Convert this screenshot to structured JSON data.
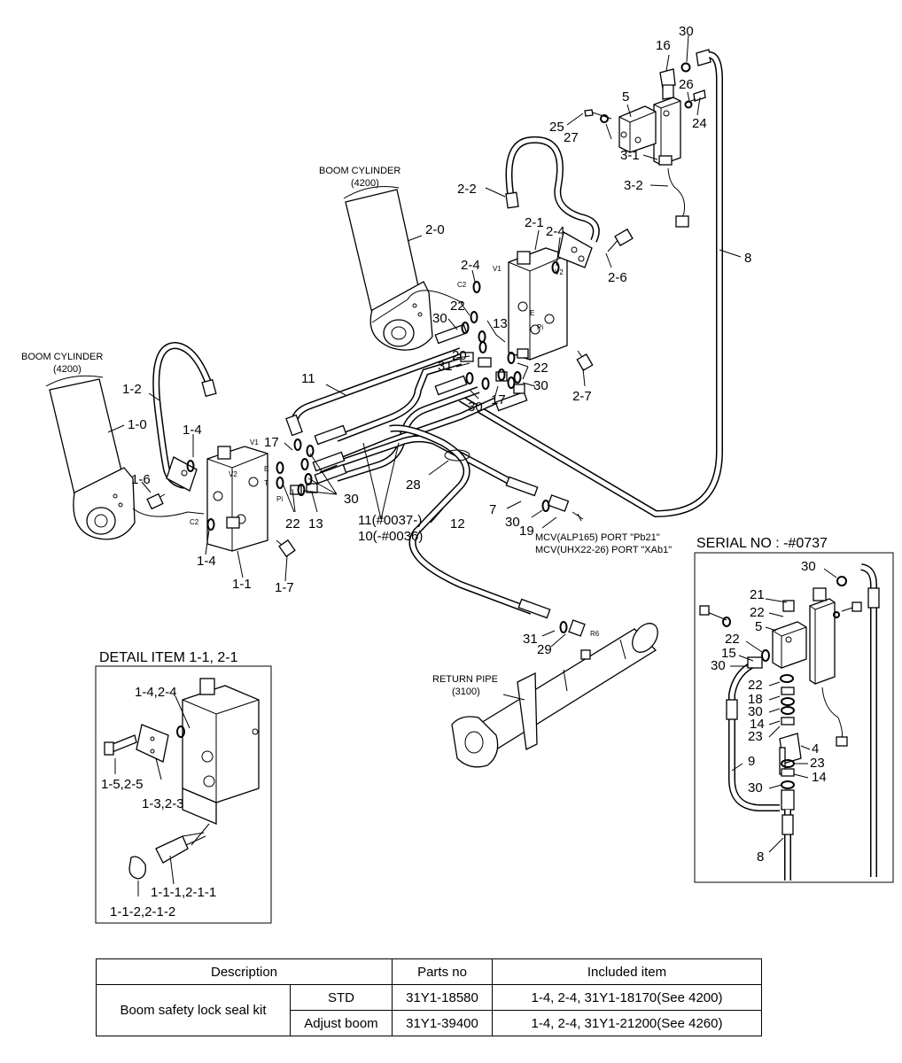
{
  "callouts": {
    "boom_cyl_right": "BOOM CYLINDER",
    "boom_cyl_right_code": "(4200)",
    "boom_cyl_left": "BOOM CYLINDER",
    "boom_cyl_left_code": "(4200)",
    "return_pipe": "RETURN PIPE",
    "return_pipe_code": "(3100)",
    "mcv_1": "MCV(ALP165) PORT \"Pb21\"",
    "mcv_2": "MCV(UHX22-26) PORT \"XAb1\"",
    "serial_box_title": "SERIAL NO : -#0737",
    "detail_title": "DETAIL  ITEM 1-1, 2-1",
    "item_11": "11(#0037-)",
    "item_10": "10(-#0036)"
  },
  "port_marks": {
    "v1_left": "V1",
    "v2_left": "V2",
    "e_left": "E",
    "t_left": "T",
    "pi_left": "Pi",
    "c2_left": "C2",
    "v1_right": "V1",
    "v2_right": "V2",
    "e_right": "E",
    "pi_right": "Pi",
    "c2_right": "C2",
    "r6": "R6"
  },
  "labels": {
    "l16": "16",
    "l30a": "30",
    "l26": "26",
    "l24": "24",
    "l5": "5",
    "l25": "25",
    "l27": "27",
    "l3_1": "3-1",
    "l3_2": "3-2",
    "l8a": "8",
    "l2_2": "2-2",
    "l2_0": "2-0",
    "l2_1": "2-1",
    "l2_4a": "2-4",
    "l2_6": "2-6",
    "l2_4b": "2-4",
    "l22a": "22",
    "l30b": "30",
    "l13a": "13",
    "l20": "20",
    "l31a": "31",
    "l22b": "22",
    "l30c": "30",
    "l17a": "17",
    "l30d": "30",
    "l2_7": "2-7",
    "l11": "11",
    "l1_2": "1-2",
    "l1_0": "1-0",
    "l1_4a": "1-4",
    "l17b": "17",
    "l1_6": "1-6",
    "l30e": "30",
    "l22c": "22",
    "l13b": "13",
    "l28": "28",
    "l7": "7",
    "l30f": "30",
    "l19": "19",
    "l12": "12",
    "l1_4b": "1-4",
    "l1_1": "1-1",
    "l1_7": "1-7",
    "l31b": "31",
    "l29": "29",
    "d1_4": "1-4,2-4",
    "d1_5": "1-5,2-5",
    "d1_3": "1-3,2-3",
    "d1_1_1": "1-1-1,2-1-1",
    "d1_1_2": "1-1-2,2-1-2",
    "s30a": "30",
    "s21": "21",
    "s22a": "22",
    "s5": "5",
    "s22b": "22",
    "s15": "15",
    "s30b": "30",
    "s22c": "22",
    "s18": "18",
    "s30c": "30",
    "s14a": "14",
    "s23a": "23",
    "s4": "4",
    "s9": "9",
    "s23b": "23",
    "s30d": "30",
    "s14b": "14",
    "s8": "8"
  },
  "table": {
    "headers": [
      "Description",
      "Parts no",
      "Included item"
    ],
    "kit_name": "Boom safety lock seal kit",
    "rows": [
      {
        "variant": "STD",
        "parts_no": "31Y1-18580",
        "included": "1-4, 2-4, 31Y1-18170(See 4200)"
      },
      {
        "variant": "Adjust boom",
        "parts_no": "31Y1-39400",
        "included": "1-4, 2-4, 31Y1-21200(See 4260)"
      }
    ]
  }
}
